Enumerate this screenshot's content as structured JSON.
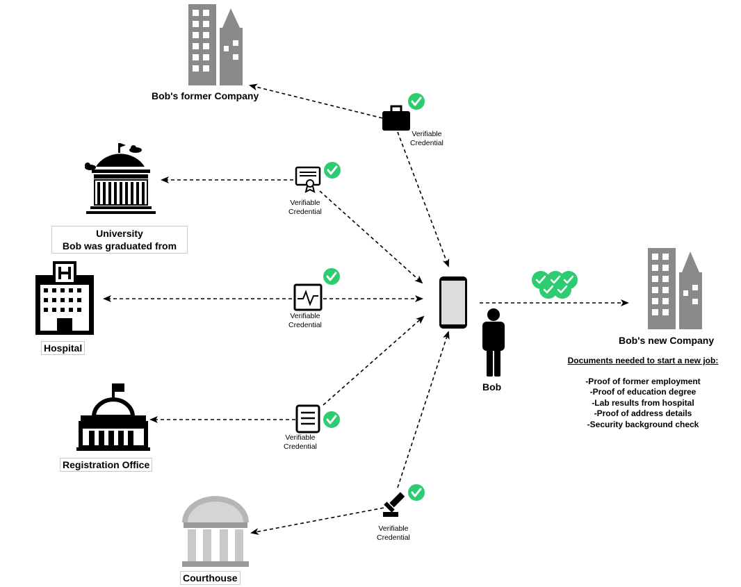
{
  "entities": {
    "former_company": "Bob's former Company",
    "university_line1": "University",
    "university_line2": "Bob was graduated from",
    "hospital": "Hospital",
    "registration_office": "Registration Office",
    "courthouse": "Courthouse",
    "new_company": "Bob's new Company",
    "bob": "Bob"
  },
  "credentials": [
    {
      "line1": "Verifiable",
      "line2": "Credential",
      "icon": "briefcase-icon",
      "check": "green-check-icon"
    },
    {
      "line1": "Verifiable",
      "line2": "Credential",
      "icon": "certificate-icon",
      "check": "green-check-icon"
    },
    {
      "line1": "Verifiable",
      "line2": "Credential",
      "icon": "lab-report-icon",
      "check": "green-check-icon"
    },
    {
      "line1": "Verifiable",
      "line2": "Credential",
      "icon": "document-icon",
      "check": "green-check-icon"
    },
    {
      "line1": "Verifiable",
      "line2": "Credential",
      "icon": "gavel-icon",
      "check": "green-check-icon"
    }
  ],
  "requirements": {
    "title": "Documents needed to start a new job:",
    "items": [
      "-Proof of former employment",
      "-Proof of education degree",
      "-Lab results from hospital",
      "-Proof of address details",
      "-Security background check"
    ]
  },
  "colors": {
    "building_gray": "#8a8a8a",
    "check_green": "#2ecc71",
    "icon_dark": "#111111",
    "arrow": "#000000"
  }
}
